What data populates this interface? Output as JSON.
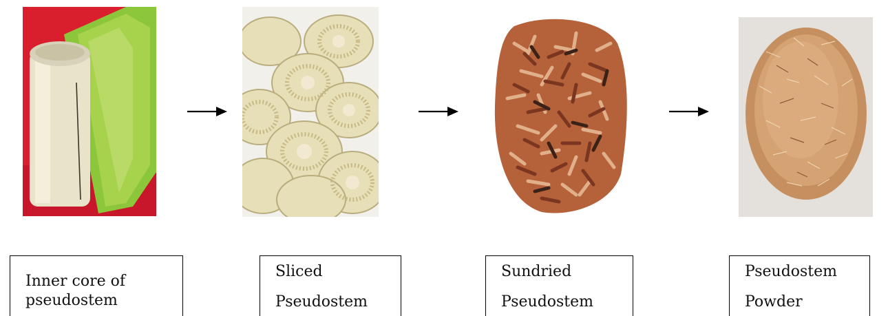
{
  "steps": [
    {
      "line1": "Inner core of",
      "line2": "pseudostem"
    },
    {
      "line1": "Sliced",
      "line2": "Pseudostem"
    },
    {
      "line1": "Sundried",
      "line2": "Pseudostem"
    },
    {
      "line1": "Pseudostem",
      "line2": "Powder"
    }
  ],
  "images": [
    {
      "icon": "pseudostem-core-photo"
    },
    {
      "icon": "sliced-pseudostem-photo"
    },
    {
      "icon": "sundried-pseudostem-photo"
    },
    {
      "icon": "pseudostem-powder-photo"
    }
  ],
  "colors": {
    "arrow": "#000000",
    "box_border": "#000000",
    "background": "#ffffff"
  }
}
